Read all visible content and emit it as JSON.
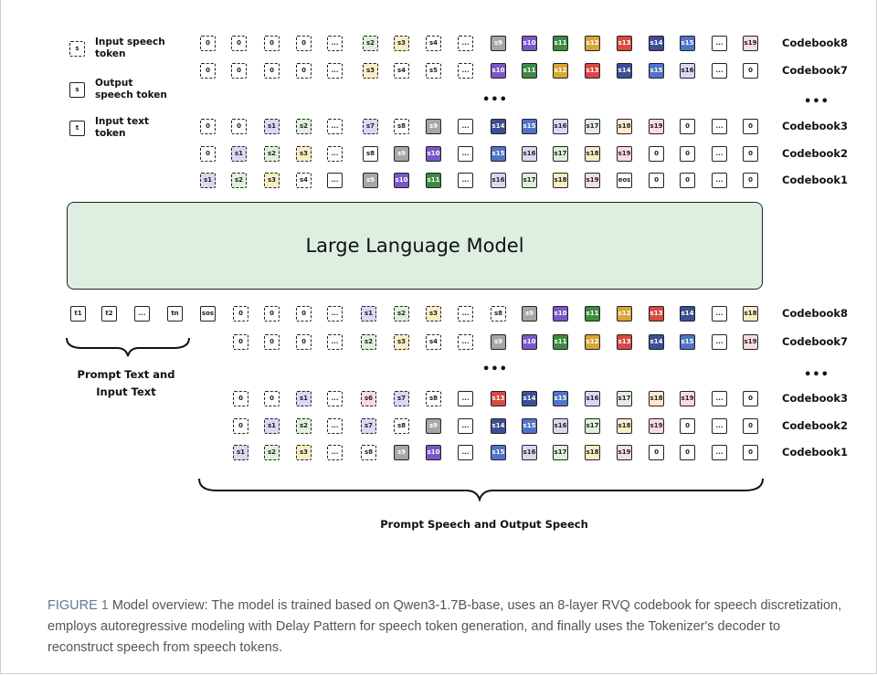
{
  "legend": {
    "input_speech": {
      "glyph": "s",
      "label": "Input speech token"
    },
    "output_speech": {
      "glyph": "s",
      "label": "Output speech token"
    },
    "input_text": {
      "glyph": "t",
      "label": "Input text token"
    }
  },
  "colors": {
    "plain": "#ffffff",
    "s1": "#dcd8f3",
    "s2": "#dff0dd",
    "s3": "#fcecc6",
    "s4": "#ffffff",
    "s5": "#ffffff",
    "s6": "#fadcdf",
    "s7": "#dcd8f3",
    "s8": "#ffffff",
    "s9": "#a6a6a6",
    "s10": "#7c56c9",
    "s11": "#3f8a43",
    "s12": "#d9a536",
    "s13": "#d94a42",
    "s14": "#3d4f94",
    "s15": "#4f74c7",
    "s16": "#dcd8f3",
    "s17": "#dff0dd",
    "s18": "#fcecc6",
    "s19": "#fadcdf",
    "llm": "#ddefe0"
  },
  "top": {
    "rows": [
      {
        "label": "Codebook8",
        "tokens": [
          "0",
          "0",
          "0",
          "0",
          "...",
          "s2",
          "s3",
          "s4",
          "...",
          "s9",
          "s10",
          "s11",
          "s12",
          "s13",
          "s14",
          "s15",
          "...",
          "s19"
        ],
        "inputs": 9
      },
      {
        "label": "Codebook7",
        "tokens": [
          "0",
          "0",
          "0",
          "0",
          "...",
          "s3",
          "s4",
          "s5",
          "...",
          "s10",
          "s11",
          "s12",
          "s13",
          "s14",
          "s15",
          "s16",
          "...",
          "0"
        ],
        "inputs": 9
      },
      {
        "label": "Codebook3",
        "tokens": [
          "0",
          "0",
          "s1",
          "s2",
          "...",
          "s7",
          "s8",
          "s9",
          "...",
          "s14",
          "s15",
          "s16",
          "s17",
          "s18",
          "s19",
          "0",
          "...",
          "0"
        ],
        "inputs": 7
      },
      {
        "label": "Codebook2",
        "tokens": [
          "0",
          "s1",
          "s2",
          "s3",
          "...",
          "s8",
          "s9",
          "s10",
          "...",
          "s15",
          "s16",
          "s17",
          "s18",
          "s19",
          "0",
          "0",
          "...",
          "0"
        ],
        "inputs": 5
      },
      {
        "label": "Codebook1",
        "tokens": [
          "s1",
          "s2",
          "s3",
          "s4",
          "...",
          "s9",
          "s10",
          "s11",
          "...",
          "s16",
          "s17",
          "s18",
          "s19",
          "eos",
          "0",
          "0",
          "...",
          "0"
        ],
        "inputs": 4
      }
    ],
    "ellipsis": "•••",
    "label_ellipsis": "•••"
  },
  "llm_label": "Large Language Model",
  "bottom": {
    "text_tokens": [
      "t1",
      "t2",
      "...",
      "tn",
      "sos"
    ],
    "rows": [
      {
        "label": "Codebook8",
        "tokens": [
          "0",
          "0",
          "0",
          "...",
          "s1",
          "s2",
          "s3",
          "...",
          "s8",
          "s9",
          "s10",
          "s11",
          "s12",
          "s13",
          "s14",
          "...",
          "s18"
        ],
        "inputs": 9
      },
      {
        "label": "Codebook7",
        "tokens": [
          "0",
          "0",
          "0",
          "...",
          "s2",
          "s3",
          "s4",
          "...",
          "s9",
          "s10",
          "s11",
          "s12",
          "s13",
          "s14",
          "s15",
          "...",
          "s19"
        ],
        "inputs": 8
      },
      {
        "label": "Codebook3",
        "tokens": [
          "0",
          "0",
          "s1",
          "...",
          "s6",
          "s7",
          "s8",
          "...",
          "s13",
          "s14",
          "s15",
          "s16",
          "s17",
          "s18",
          "s19",
          "...",
          "0"
        ],
        "inputs": 7
      },
      {
        "label": "Codebook2",
        "tokens": [
          "0",
          "s1",
          "s2",
          "...",
          "s7",
          "s8",
          "s9",
          "...",
          "s14",
          "s15",
          "s16",
          "s17",
          "s18",
          "s19",
          "0",
          "...",
          "0"
        ],
        "inputs": 6
      },
      {
        "label": "Codebook1",
        "tokens": [
          "s1",
          "s2",
          "s3",
          "...",
          "s8",
          "s9",
          "s10",
          "...",
          "s15",
          "s16",
          "s17",
          "s18",
          "s19",
          "0",
          "0",
          "...",
          "0"
        ],
        "inputs": 5
      }
    ],
    "ellipsis": "•••",
    "label_ellipsis": "•••",
    "prompt_text_caption_1": "Prompt Text and",
    "prompt_text_caption_2": "Input Text",
    "prompt_speech_caption": "Prompt Speech and Output Speech"
  },
  "caption": {
    "prefix": "FIGURE 1",
    "text": " Model overview: The model is trained based on Qwen3-1.7B-base, uses an 8-layer RVQ codebook for speech discretization, employs autoregressive modeling with Delay Pattern for speech token generation, and finally uses the Tokenizer's decoder to reconstruct speech from speech tokens."
  }
}
